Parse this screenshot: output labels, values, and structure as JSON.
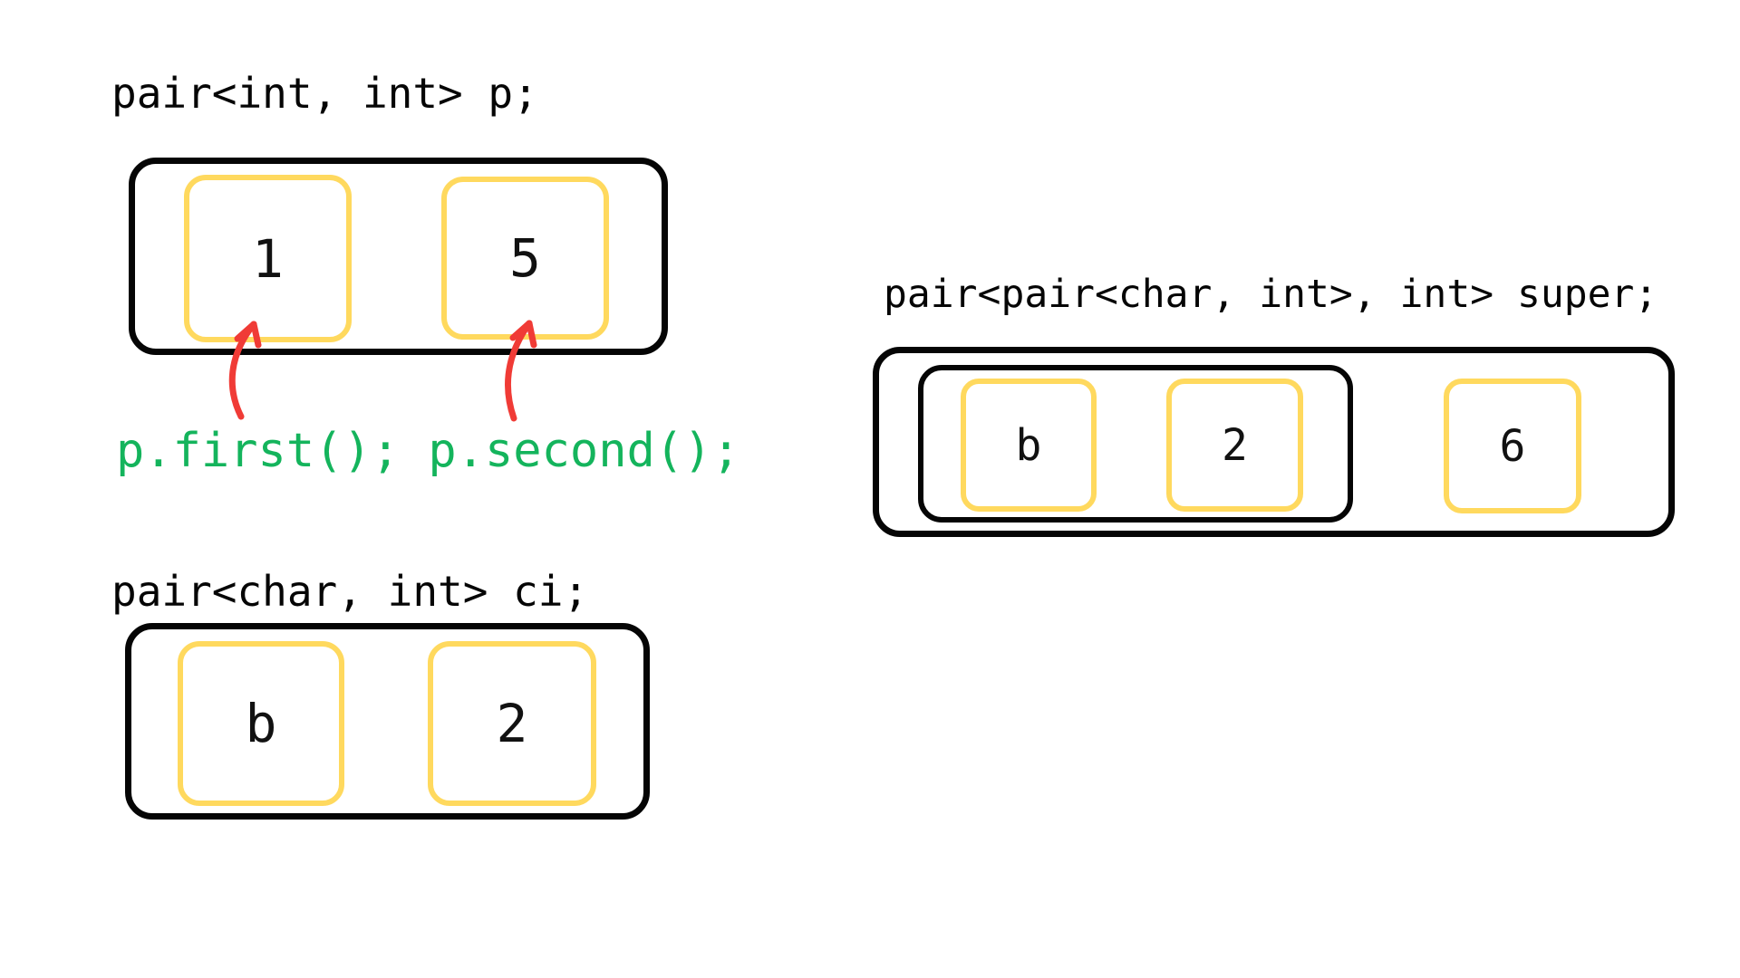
{
  "colors": {
    "ink": "#050505",
    "yellow": "#ffd95e",
    "red": "#f03b36",
    "green": "#14b45c",
    "paper": "#ffffff"
  },
  "diagrams": {
    "p": {
      "title": "pair<int, int> p;",
      "cells": [
        {
          "value": "1"
        },
        {
          "value": "5"
        }
      ],
      "annotation": "p.first(); p.second();"
    },
    "ci": {
      "title": "pair<char, int> ci;",
      "cells": [
        {
          "value": "b"
        },
        {
          "value": "2"
        }
      ]
    },
    "super": {
      "title": "pair<pair<char, int>, int> super;",
      "inner_cells": [
        {
          "value": "b"
        },
        {
          "value": "2"
        }
      ],
      "outer_cell": {
        "value": "6"
      }
    }
  }
}
